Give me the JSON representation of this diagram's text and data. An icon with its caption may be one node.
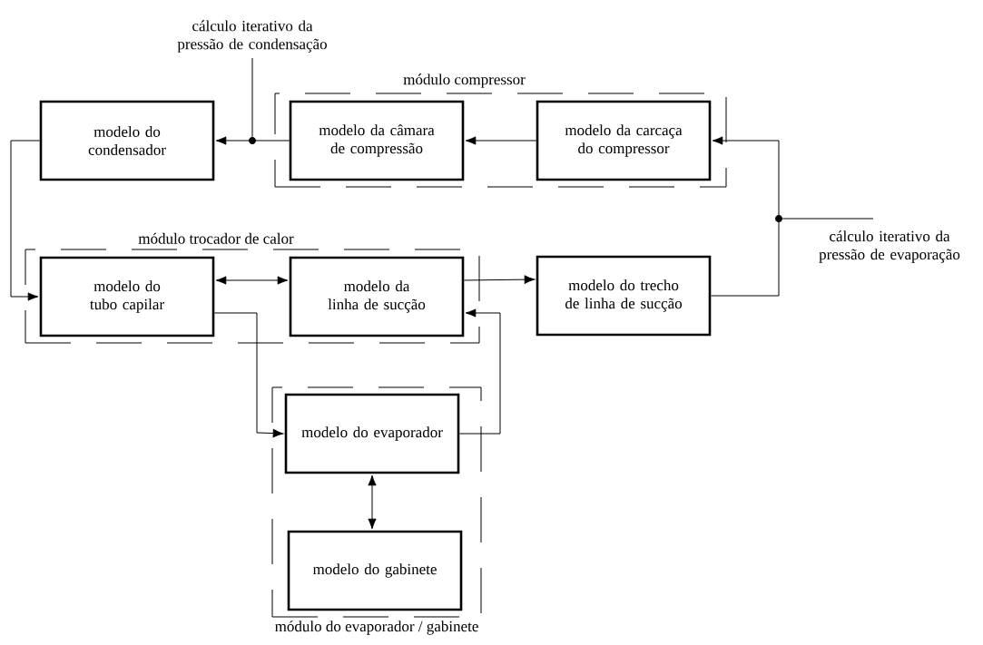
{
  "diagram": {
    "nodes": [
      {
        "text": [
          "módulo compressor"
        ]
      },
      {
        "text": [
          "modelo da câmara de compressão"
        ],
        "in": 0
      },
      {
        "text": [
          "modelo da carcaça do compressor"
        ],
        "in": 0
      },
      {
        "text": [
          "modelo do condensador"
        ]
      },
      {
        "text": [
          "módulo trocador de calor"
        ]
      },
      {
        "text": [
          "modelo do tubo capilar"
        ],
        "in": 4
      },
      {
        "text": [
          "modelo da linha de sucção"
        ],
        "in": 4
      },
      {
        "text": [
          "modelo do trecho de linha de sucção"
        ]
      },
      {
        "text": [
          "módulo do evaporador / gabinete"
        ]
      },
      {
        "text": [
          "modelo do evaporador"
        ],
        "in": 8
      },
      {
        "text": [
          "modelo do gabinete"
        ],
        "in": 8
      },
      {
        "text": [
          "cálculo iterativo da pressão de condensação"
        ]
      },
      {
        "text": [
          "cálculo iterativo da pressão de evaporação"
        ]
      },
      {
        "text": [],
        "shape": "circle"
      },
      {
        "text": [],
        "shape": "circle"
      }
    ],
    "edges": [
      {
        "from": 1,
        "to": 3,
        "arrow": "to"
      },
      {
        "from": 2,
        "to": 1,
        "arrow": "to"
      },
      {
        "from": 3,
        "to": 5,
        "arrow": "to"
      },
      {
        "from": 5,
        "to": 6,
        "arrow": "both"
      },
      {
        "from": 6,
        "to": 7,
        "arrow": "to"
      },
      {
        "from": 7,
        "to": 2,
        "arrow": "to"
      },
      {
        "from": 5,
        "to": 9,
        "arrow": "to"
      },
      {
        "from": 9,
        "to": 6,
        "arrow": "to"
      },
      {
        "from": 9,
        "to": 10,
        "arrow": "both"
      },
      {
        "from": 11,
        "to": 13,
        "arrow": "none"
      },
      {
        "from": 12,
        "to": 14,
        "arrow": "none"
      }
    ]
  }
}
